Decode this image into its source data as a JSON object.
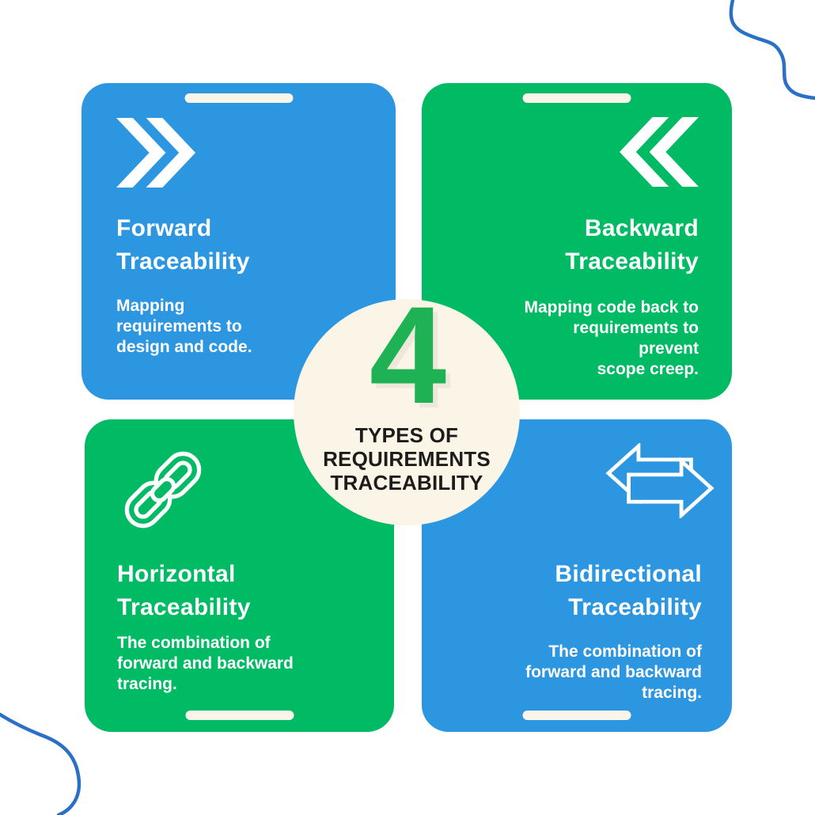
{
  "colors": {
    "background": "#ffffff",
    "card_blue": "#2C96E1",
    "card_green": "#00BA64",
    "center_circle_cream": "#FBF5E7",
    "number_green": "#1FB254",
    "caption_dark": "#1D1C1A",
    "card_text_white": "#ffffff",
    "handle_bar_cream": "#FAF5EA",
    "squiggle_blue": "#2A70C6"
  },
  "center": {
    "number": "4",
    "caption": "TYPES OF\nREQUIREMENTS\nTRACEABILITY"
  },
  "cards": [
    {
      "id": "forward",
      "icon": "double-chevron-right-icon",
      "color": "blue",
      "title": "Forward\nTraceability",
      "description": "Mapping\nrequirements to\ndesign and code."
    },
    {
      "id": "backward",
      "icon": "double-chevron-left-icon",
      "color": "green",
      "title": "Backward\nTraceability",
      "description": "Mapping code back to\nrequirements to\nprevent\nscope creep."
    },
    {
      "id": "horizontal",
      "icon": "chain-link-icon",
      "color": "green",
      "title": "Horizontal\nTraceability",
      "description": "The combination of\nforward and backward\ntracing."
    },
    {
      "id": "bidirectional",
      "icon": "bidirectional-arrows-icon",
      "color": "blue",
      "title": "Bidirectional\nTraceability",
      "description": "The combination of\nforward and backward\ntracing."
    }
  ]
}
